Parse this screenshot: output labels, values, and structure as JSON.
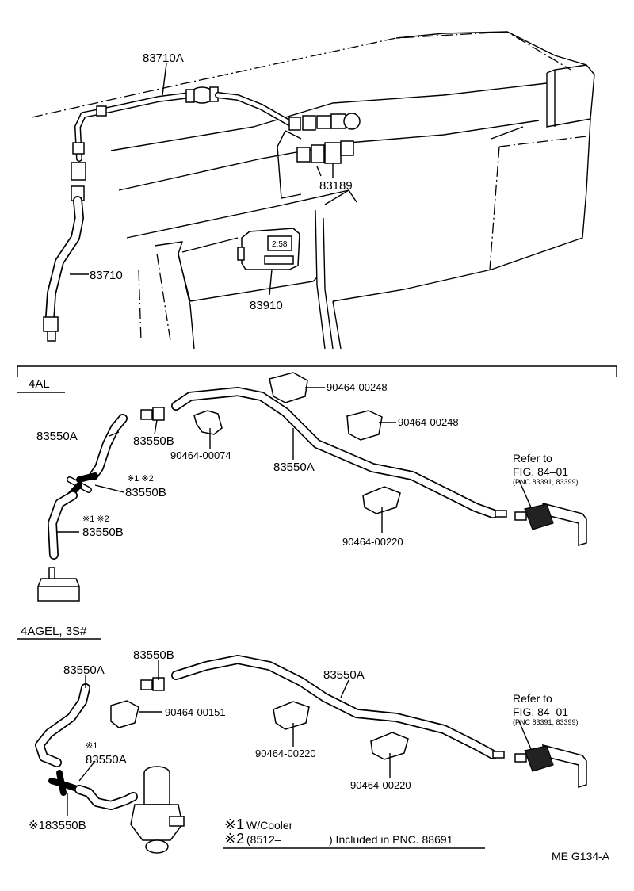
{
  "top_section": {
    "labels": {
      "p83710A": "83710A",
      "p83189": "83189",
      "p83710": "83710",
      "p83910": "83910"
    }
  },
  "section_4al": {
    "title": "4AL",
    "labels": {
      "a_83550A_left": "83550A",
      "a_83550B_top": "83550B",
      "a_90464_00074": "90464-00074",
      "a_83550A_mid": "83550A",
      "a_90464_00248_1": "90464-00248",
      "a_90464_00248_2": "90464-00248",
      "a_note1": "※1 ※2",
      "a_83550B_tee": "83550B",
      "a_note2": "※1 ※2",
      "a_83550B_low": "83550B",
      "a_90464_00220": "90464-00220",
      "a_refer": "Refer to",
      "a_fig": "FIG. 84–01",
      "a_pnc": "(PNC 83391, 83399)"
    }
  },
  "section_4agel": {
    "title": "4AGEL, 3S#",
    "labels": {
      "b_83550B_top": "83550B",
      "b_83550A_left": "83550A",
      "b_83550A_right": "83550A",
      "b_90464_00151": "90464-00151",
      "b_note1": "※1",
      "b_83550A_low": "83550A",
      "b_90464_00220_1": "90464-00220",
      "b_90464_00220_2": "90464-00220",
      "b_83550B_bottom": "※183550B",
      "b_refer": "Refer to",
      "b_fig": "FIG. 84–01",
      "b_pnc": "(PNC 83391, 83399)"
    }
  },
  "legend": {
    "mark1": "※1",
    "text1": "W/Cooler",
    "mark2": "※2",
    "text2a": "(8512–",
    "text2b": ") Included in PNC. 88691"
  },
  "footer": {
    "code": "ME G134-A"
  }
}
